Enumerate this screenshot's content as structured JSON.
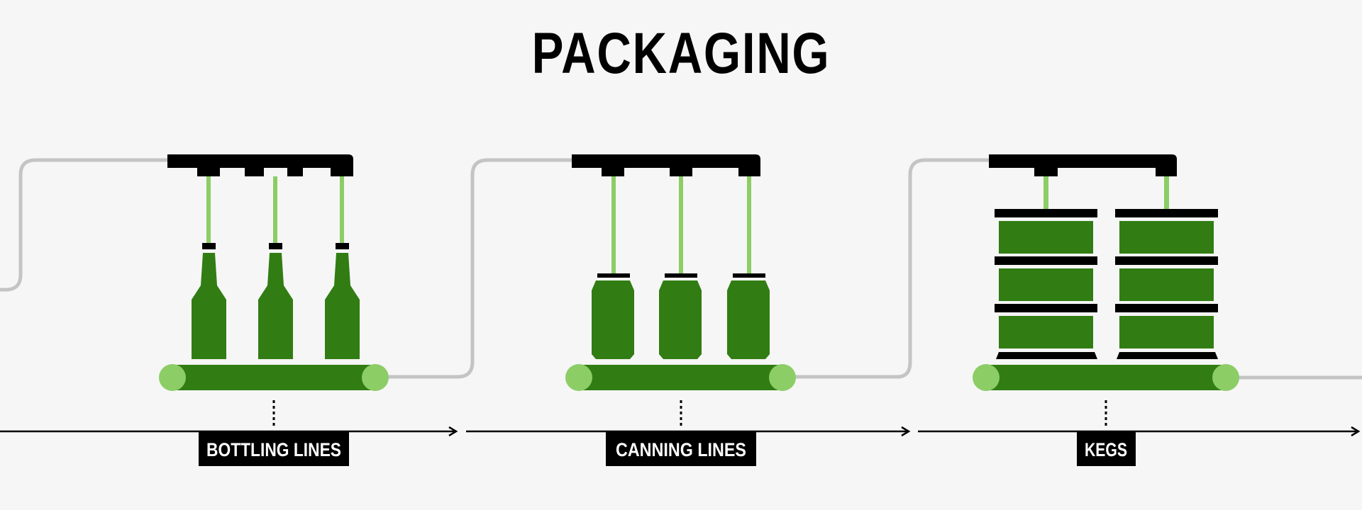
{
  "title": "PACKAGING",
  "colors": {
    "background": "#f6f6f6",
    "container_green": "#317d13",
    "light_green": "#8ccd66",
    "pipe_gray": "#c4c4c4",
    "black": "#000000"
  },
  "stages": [
    {
      "label": "BOTTLING LINES",
      "icon": "bottle-icon",
      "count": 3
    },
    {
      "label": "CANNING LINES",
      "icon": "can-icon",
      "count": 3
    },
    {
      "label": "KEGS",
      "icon": "keg-stack-icon",
      "count": 2
    }
  ]
}
